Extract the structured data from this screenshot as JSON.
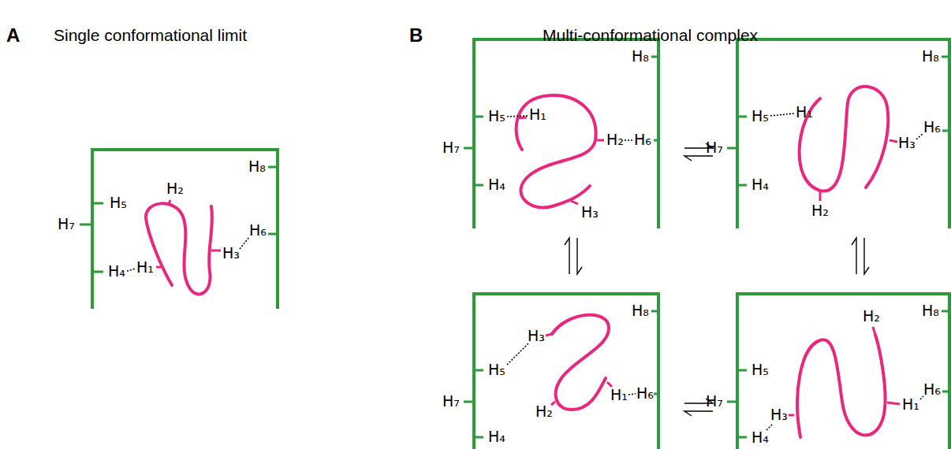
{
  "diagram": {
    "labels": [
      "A",
      "Single conformational limit",
      "B",
      "Multi-conformational complex",
      "H₇",
      "H₅",
      "H₄",
      "H₁",
      "H₂",
      "H₃",
      "H₆",
      "H₈",
      "H₈",
      "H₅",
      "H₁",
      "H₇",
      "H₂",
      "H₆",
      "H₄",
      "H₃",
      "H₈",
      "H₅",
      "H₁",
      "H₇",
      "H₆",
      "H₃",
      "H₄",
      "H₂",
      "H₈",
      "H₃",
      "H₅",
      "H₇",
      "H₁",
      "H₆",
      "H₂",
      "H₄",
      "H₈",
      "H₂",
      "H₅",
      "H₆",
      "H₁",
      "H₇",
      "H₃",
      "H₄"
    ]
  }
}
